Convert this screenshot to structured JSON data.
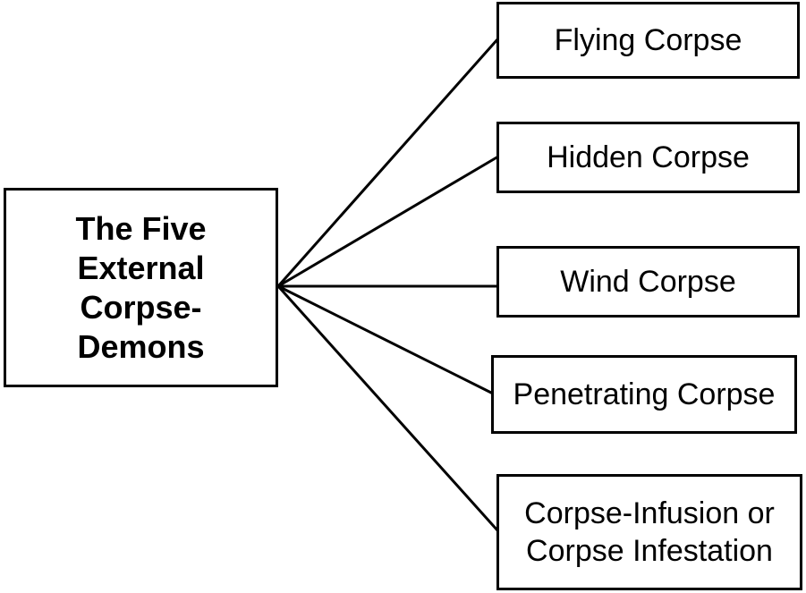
{
  "root": {
    "label": "The Five\nExternal\nCorpse-\nDemons"
  },
  "children": [
    {
      "label": "Flying Corpse"
    },
    {
      "label": "Hidden Corpse"
    },
    {
      "label": "Wind Corpse"
    },
    {
      "label": "Penetrating Corpse"
    },
    {
      "label": "Corpse-Infusion or\nCorpse Infestation"
    }
  ]
}
